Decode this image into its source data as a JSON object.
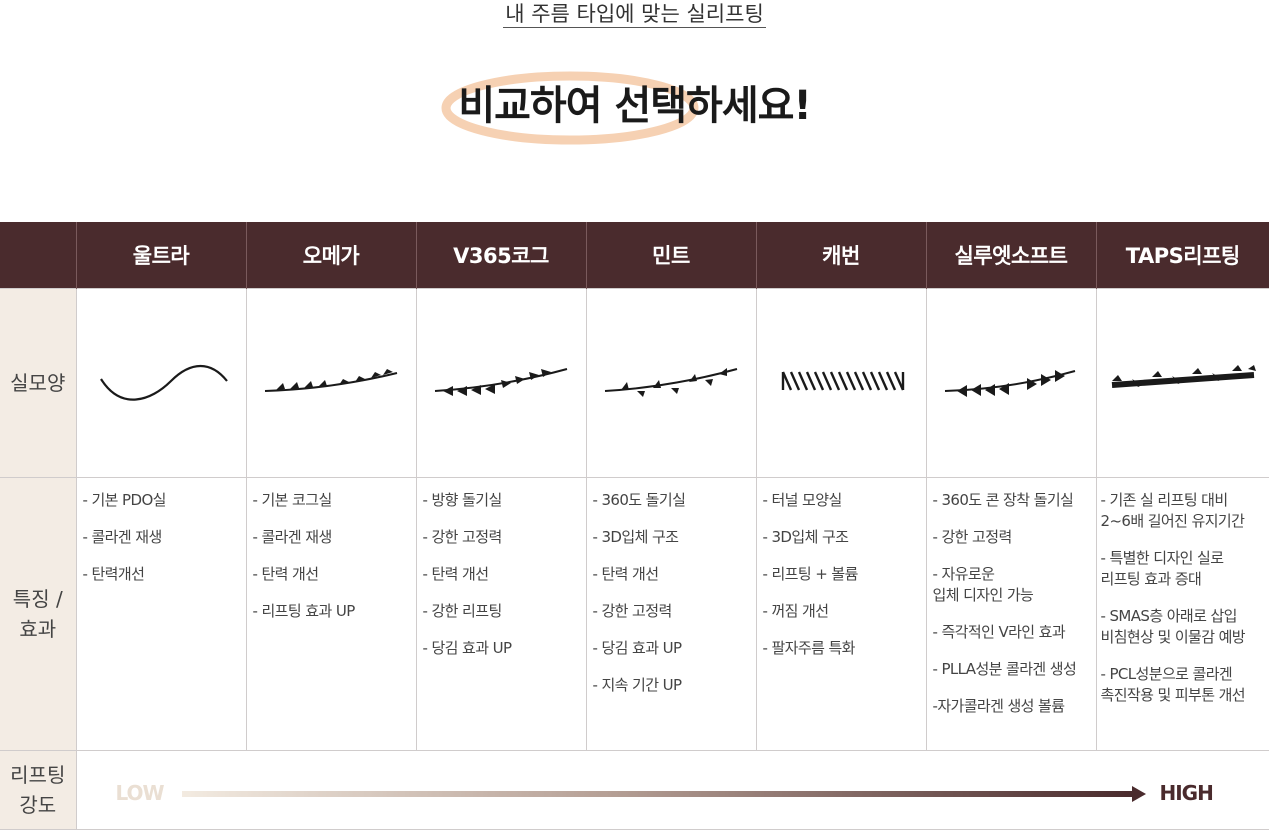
{
  "subtitle": "내 주름 타입에 맞는 실리프팅",
  "headline": "비교하여 선택하세요!",
  "columns": [
    "울트라",
    "오메가",
    "V365코그",
    "민트",
    "캐번",
    "실루엣소프트",
    "TAPS리프팅"
  ],
  "rows": {
    "shape_label": "실모양",
    "feature_label": "특징 /\n효과",
    "intensity_label": "리프팅\n강도"
  },
  "features": [
    [
      "- 기본 PDO실",
      "- 콜라겐 재생",
      "- 탄력개선"
    ],
    [
      "- 기본 코그실",
      "- 콜라겐 재생",
      "- 탄력 개선",
      "-  리프팅 효과 UP"
    ],
    [
      "- 방향 돌기실",
      "- 강한 고정력",
      "- 탄력 개선",
      "- 강한 리프팅",
      "- 당김 효과 UP"
    ],
    [
      "- 360도 돌기실",
      "- 3D입체 구조",
      "- 탄력 개선",
      "- 강한 고정력",
      "- 당김 효과 UP",
      "- 지속 기간 UP"
    ],
    [
      "- 터널 모양실",
      "- 3D입체 구조",
      "- 리프팅 + 볼륨",
      "- 꺼짐 개선",
      "- 팔자주름 특화"
    ],
    [
      "- 360도 콘 장착 돌기실",
      "- 강한 고정력",
      "- 자유로운\n  입체 디자인 가능",
      "- 즉각적인 V라인 효과",
      "- PLLA성분 콜라겐 생성",
      "-자가콜라겐 생성 볼륨"
    ],
    [
      "- 기존 실 리프팅 대비\n2~6배 길어진 유지기간",
      "- 특별한 디자인 실로\n  리프팅 효과 증대",
      "- SMAS층 아래로 삽입\n비침현상 및 이물감 예방",
      "- PCL성분으로 콜라겐\n촉진작용 및 피부톤 개선"
    ]
  ],
  "intensity": {
    "low": "LOW",
    "high": "HIGH"
  },
  "colors": {
    "header_bg": "#4a2b2d",
    "rowhead_bg": "#f3ece4",
    "accent_ellipse": "#f4c9a6"
  },
  "icons": [
    "thread-plain-icon",
    "thread-omega-icon",
    "thread-v365-icon",
    "thread-mint-icon",
    "thread-cavern-icon",
    "thread-silhouette-icon",
    "thread-taps-icon"
  ]
}
